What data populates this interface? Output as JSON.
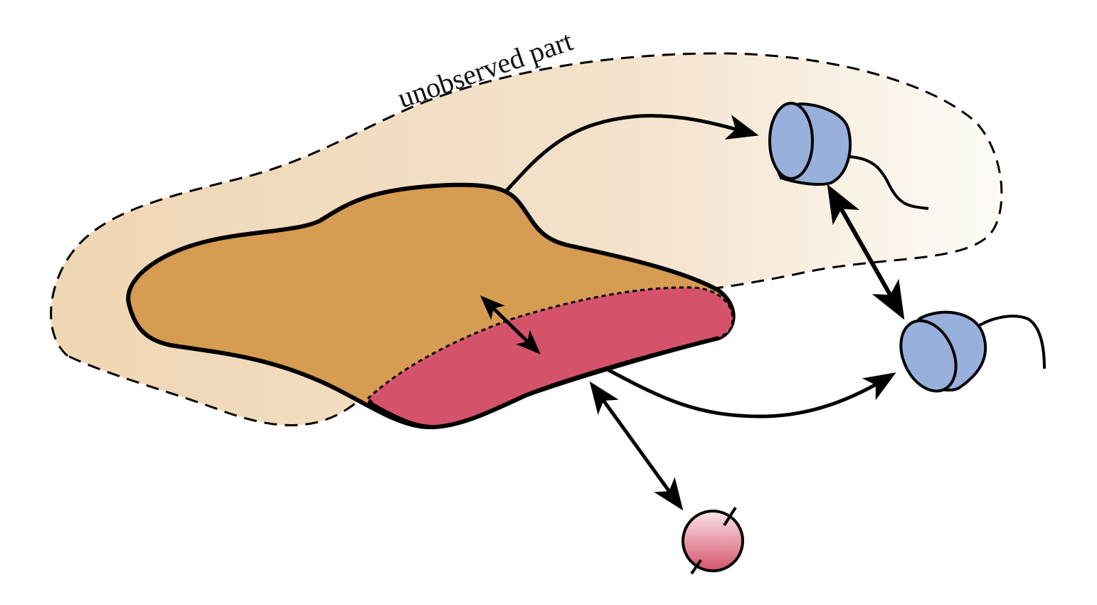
{
  "diagram": {
    "labels": {
      "unobserved": "unobserved part"
    },
    "colors": {
      "unobserved_fill_start": "#efd6b4",
      "unobserved_fill_end": "#fdfbf7",
      "region_fill": "#d59c52",
      "observed_fill": "#d4536b",
      "cup_fill": "#98b0dc",
      "ball_top": "#fbe3e8",
      "ball_bottom": "#d4536b",
      "stroke": "#000000"
    },
    "icons": {
      "cup_icon": "bucket-cup",
      "ball_icon": "small-sphere"
    }
  }
}
